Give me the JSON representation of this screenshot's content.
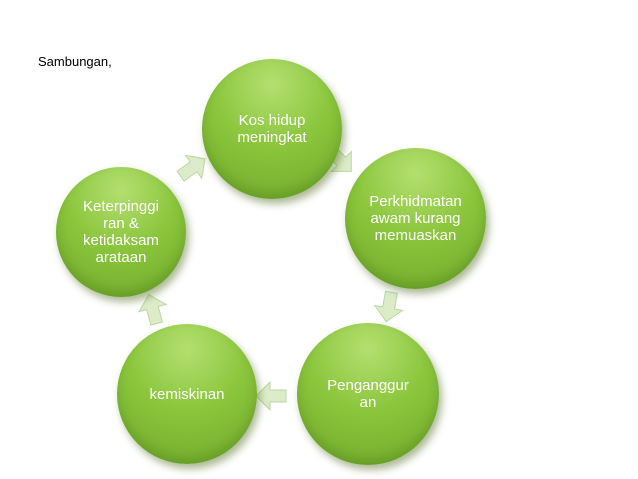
{
  "caption": "Sambungan,",
  "colors": {
    "node_fill": "#8bc63d",
    "arrow_fill": "#dcecc8",
    "text": "#ffffff"
  },
  "cycle": {
    "nodes": [
      {
        "label": "Kos hidup\nmeningkat"
      },
      {
        "label": "Perkhidmatan\nawam kurang\nmemuaskan"
      },
      {
        "label": "Penganggur\nan"
      },
      {
        "label": "kemiskinan"
      },
      {
        "label": "Keterpinggi\nran &\nketidaksam\narataan"
      }
    ],
    "arrow_icon": "cycle-arrow-icon"
  }
}
